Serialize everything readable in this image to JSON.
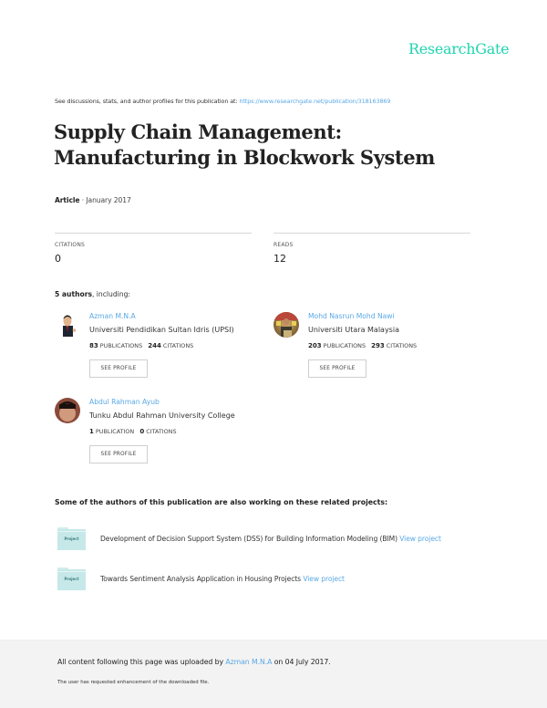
{
  "header": {
    "brand": "ResearchGate",
    "brand_color": "#22d3b0"
  },
  "discussion": {
    "text": "See discussions, stats, and author profiles for this publication at: ",
    "url": "https://www.researchgate.net/publication/318163869"
  },
  "publication": {
    "title": "Supply Chain Management: Manufacturing in Blockwork System",
    "type": "Article",
    "separator": " · ",
    "date": "January 2017"
  },
  "stats": {
    "citations_label": "CITATIONS",
    "citations_value": "0",
    "reads_label": "READS",
    "reads_value": "12"
  },
  "authors_section": {
    "count_label": "5 authors",
    "suffix": ", including:"
  },
  "authors": [
    {
      "name": "Azman M.N.A",
      "institution": "Universiti Pendidikan Sultan Idris (UPSI)",
      "publications": "83",
      "publications_label": " PUBLICATIONS   ",
      "citations": "244",
      "citations_label": " CITATIONS",
      "button": "SEE PROFILE"
    },
    {
      "name": "Mohd Nasrun Mohd Nawi",
      "institution": "Universiti Utara Malaysia",
      "publications": "203",
      "publications_label": " PUBLICATIONS   ",
      "citations": "293",
      "citations_label": " CITATIONS",
      "button": "SEE PROFILE"
    },
    {
      "name": "Abdul Rahman Ayub",
      "institution": "Tunku Abdul Rahman University College",
      "publications": "1",
      "publications_label": " PUBLICATION   ",
      "citations": "0",
      "citations_label": " CITATIONS",
      "button": "SEE PROFILE"
    }
  ],
  "projects_section": {
    "heading": "Some of the authors of this publication are also working on these related projects:"
  },
  "projects": [
    {
      "icon_label": "Project",
      "title": "Development of Decision Support System (DSS) for Building Information Modeling (BIM) ",
      "link": "View project"
    },
    {
      "icon_label": "Project",
      "title": "Towards Sentiment Analysis Application in Housing Projects ",
      "link": "View project"
    }
  ],
  "footer": {
    "upload_prefix": "All content following this page was uploaded by ",
    "uploader": "Azman M.N.A",
    "upload_suffix": " on 04 July 2017.",
    "note": "The user has requested enhancement of the downloaded file."
  },
  "colors": {
    "link": "#5aa9e6",
    "footer_bg": "#f3f3f3",
    "project_folder": "#c6e8e8"
  }
}
